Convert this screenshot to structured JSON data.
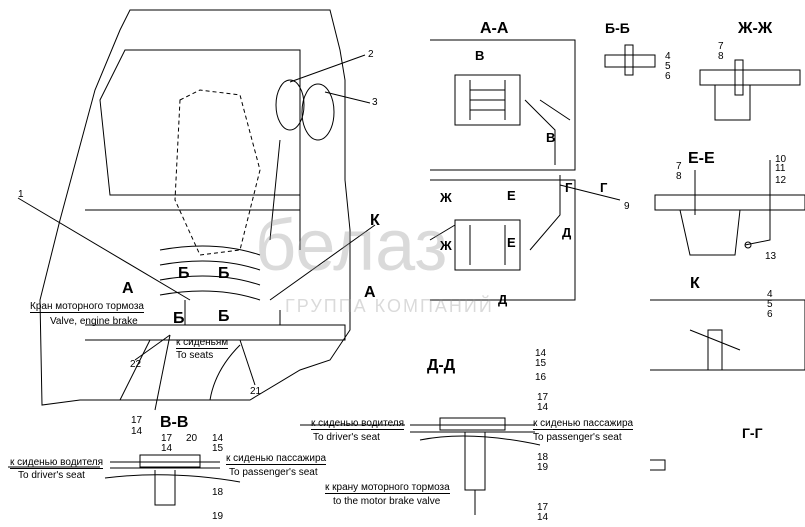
{
  "watermark": {
    "logo": "белаз",
    "tagline": "ГРУППА КОМПАНИЙ"
  },
  "sections": {
    "aa": "А-А",
    "bb": "Б-Б",
    "zhzh": "Ж-Ж",
    "ee": "Е-Е",
    "k": "К",
    "dd": "Д-Д",
    "vv": "В-В",
    "gg": "Г-Г"
  },
  "view_marks": {
    "a_left": "А",
    "a_right": "А",
    "b1": "Б",
    "b2": "Б",
    "b3": "Б",
    "b4": "Б",
    "k": "К",
    "v1": "В",
    "v2": "В",
    "zh1": "Ж",
    "zh2": "Ж",
    "e1": "Е",
    "e2": "Е",
    "g1": "Г",
    "g2": "Г",
    "d1": "Д",
    "d2": "Д"
  },
  "callouts": {
    "n1": "1",
    "n2": "2",
    "n3": "3",
    "n9": "9",
    "n10": "10",
    "n11": "11",
    "n12": "12",
    "n13": "13",
    "n21": "21",
    "n22": "22",
    "bb_4": "4",
    "bb_5": "5",
    "bb_6": "6",
    "zh_7": "7",
    "zh_8": "8",
    "ee_7": "7",
    "ee_8": "8",
    "k_4": "4",
    "k_5": "5",
    "k_6": "6",
    "main_17": "17",
    "main_14": "14",
    "vv_17": "17",
    "vv_14a": "14",
    "vv_20": "20",
    "vv_14b": "14",
    "vv_15": "15",
    "vv_18": "18",
    "vv_19": "19",
    "dd_14a": "14",
    "dd_15": "15",
    "dd_16": "16",
    "dd_17a": "17",
    "dd_14b": "14",
    "dd_18": "18",
    "dd_19": "19",
    "dd_17b": "17",
    "dd_14c": "14"
  },
  "labels": {
    "valve_ru": "Кран моторного тормоза",
    "valve_en": "Valve, engine brake",
    "seats_ru": "к сиденьям",
    "seats_en": "To seats",
    "vv_driver_ru": "к сиденью водителя",
    "vv_driver_en": "To driver's seat",
    "vv_pass_ru": "к сиденью пассажира",
    "vv_pass_en": "To passenger's seat",
    "dd_driver_ru": "к сиденью водителя",
    "dd_driver_en": "To driver's seat",
    "dd_pass_ru": "к сиденью пассажира",
    "dd_pass_en": "To passenger's seat",
    "dd_valve_ru": "к крану моторного тормоза",
    "dd_valve_en": "to the motor brake valve"
  }
}
